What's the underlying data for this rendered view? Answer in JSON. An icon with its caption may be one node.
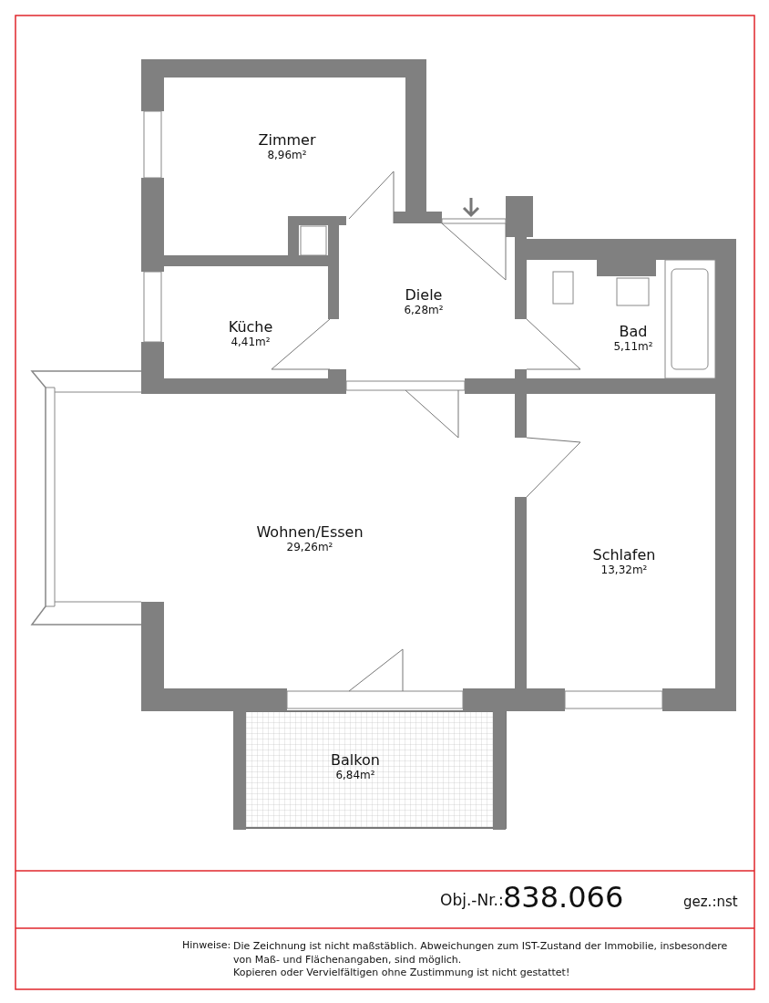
{
  "diagram": {
    "nodes": [
      {
        "text": [
          "Zimmer",
          "8,96m²"
        ]
      },
      {
        "text": [
          "Küche",
          "4,41m²"
        ]
      },
      {
        "text": [
          "Diele",
          "6,28m²"
        ]
      },
      {
        "text": [
          "Bad",
          "5,11m²"
        ]
      },
      {
        "text": [
          "Wohnen/Essen",
          "29,26m²"
        ]
      },
      {
        "text": [
          "Schlafen",
          "13,32m²"
        ]
      },
      {
        "text": [
          "Balkon",
          "6,84m²"
        ]
      }
    ],
    "labels": [
      "Obj.-Nr.:",
      "838.066",
      "gez.:nst",
      "Hinweise:",
      "Die Zeichnung ist nicht maßstäblich. Abweichungen zum IST-Zustand der Immobilie, insbesondere von Maß- und Flächenangaben, sind möglich.",
      "Kopieren oder Vervielfältigen ohne Zustimmung ist nicht gestattet!"
    ]
  }
}
